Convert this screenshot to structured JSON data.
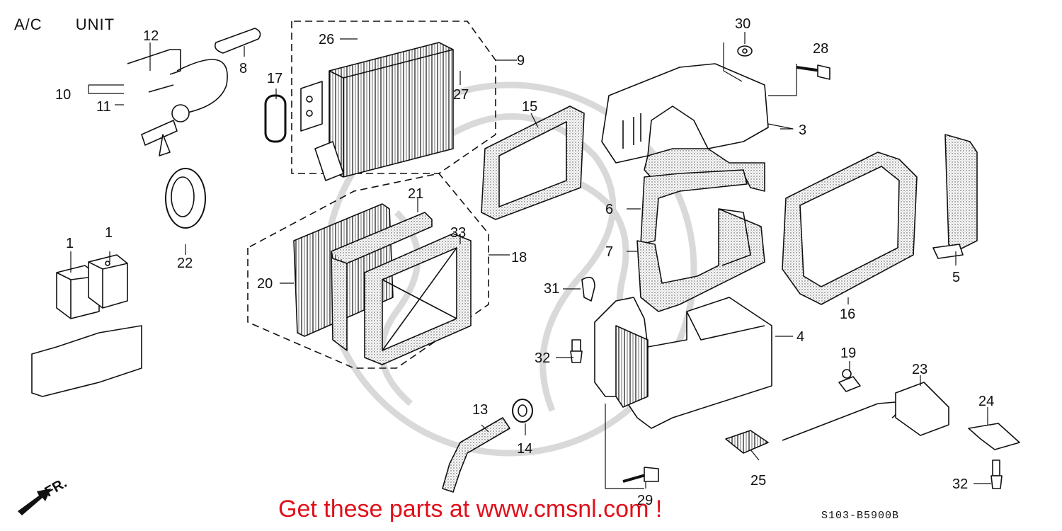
{
  "title": "A/C     UNIT",
  "footer": {
    "link_text": "Get these parts at www.cmsnl.com !",
    "diagram_code": "S103-B5900B"
  },
  "direction_label": "FR.",
  "colors": {
    "line": "#111111",
    "link": "#e0101a",
    "watermark": "#d8d8d8"
  },
  "parts": [
    {
      "id": "p1a",
      "number": "1",
      "name": "relay-left"
    },
    {
      "id": "p1b",
      "number": "1",
      "name": "relay-right"
    },
    {
      "id": "p3",
      "number": "3",
      "name": "upper-case"
    },
    {
      "id": "p4",
      "number": "4",
      "name": "lower-case"
    },
    {
      "id": "p5",
      "number": "5",
      "name": "side-cover"
    },
    {
      "id": "p6",
      "number": "6",
      "name": "case-seal-6"
    },
    {
      "id": "p7",
      "number": "7",
      "name": "case-seal-7"
    },
    {
      "id": "p8",
      "number": "8",
      "name": "tube-8"
    },
    {
      "id": "p9",
      "number": "9",
      "name": "evaporator"
    },
    {
      "id": "p10",
      "number": "10",
      "name": "expansion-valve"
    },
    {
      "id": "p11",
      "number": "11",
      "name": "o-ring-11"
    },
    {
      "id": "p12",
      "number": "12",
      "name": "clip-12"
    },
    {
      "id": "p13",
      "number": "13",
      "name": "drain-hose"
    },
    {
      "id": "p14",
      "number": "14",
      "name": "grommet-14"
    },
    {
      "id": "p15",
      "number": "15",
      "name": "seal-frame-15"
    },
    {
      "id": "p16",
      "number": "16",
      "name": "seal-frame-16"
    },
    {
      "id": "p17",
      "number": "17",
      "name": "seal-17"
    },
    {
      "id": "p18",
      "number": "18",
      "name": "filter-assembly"
    },
    {
      "id": "p19",
      "number": "19",
      "name": "grommet-19"
    },
    {
      "id": "p20",
      "number": "20",
      "name": "filter-20"
    },
    {
      "id": "p21",
      "number": "21",
      "name": "seal-21"
    },
    {
      "id": "p22",
      "number": "22",
      "name": "grommet-22"
    },
    {
      "id": "p23",
      "number": "23",
      "name": "thermistor"
    },
    {
      "id": "p24",
      "number": "24",
      "name": "bracket-24"
    },
    {
      "id": "p25",
      "number": "25",
      "name": "connector-25"
    },
    {
      "id": "p26",
      "number": "26",
      "name": "o-ring-26"
    },
    {
      "id": "p27",
      "number": "27",
      "name": "o-ring-27"
    },
    {
      "id": "p28",
      "number": "28",
      "name": "bolt-28"
    },
    {
      "id": "p29",
      "number": "29",
      "name": "bolt-29"
    },
    {
      "id": "p30",
      "number": "30",
      "name": "nut-30"
    },
    {
      "id": "p31",
      "number": "31",
      "name": "clip-31"
    },
    {
      "id": "p32a",
      "number": "32",
      "name": "screw-32-upper"
    },
    {
      "id": "p32b",
      "number": "32",
      "name": "screw-32-lower"
    },
    {
      "id": "p33",
      "number": "33",
      "name": "filter-frame-33"
    }
  ]
}
